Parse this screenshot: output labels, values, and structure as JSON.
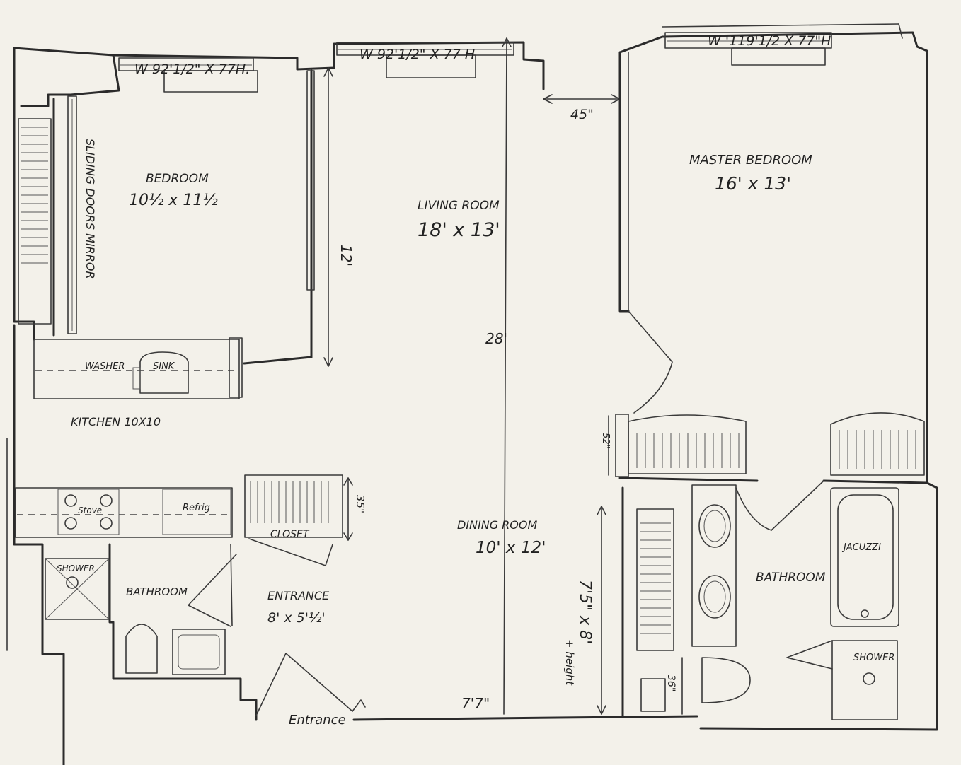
{
  "labels": {
    "window_bedroom": "W 92'1/2\" X 77H.",
    "window_living": "W 92'1/2\" X 77 H",
    "window_master": "W '119'1/2 X 77\"H",
    "bedroom_name": "BEDROOM",
    "bedroom_size": "10½ x 11½",
    "sliding_doors": "SLIDING DOORS MIRROR",
    "living_name": "LIVING ROOM",
    "living_size": "18' x 13'",
    "dim_12": "12'",
    "dim_28": "28'",
    "dim_45": "45\"",
    "master_name": "MASTER BEDROOM",
    "master_size": "16' x 13'",
    "washer": "WASHER",
    "sink": "SINK",
    "kitchen": "KITCHEN 10X10",
    "stove": "Stove",
    "refrig": "Refrig",
    "closet": "CLOSET",
    "dim_35": "35\"",
    "dim_52": "52\"",
    "dining_name": "DINING ROOM",
    "dining_size": "10' x 12'",
    "shower_left": "SHOWER",
    "bathroom_left": "BATHROOM",
    "entrance_name": "ENTRANCE",
    "entrance_size": "8' x 5'½'",
    "entrance_door": "Entrance",
    "dim_7_7": "7'7\"",
    "dim_vert": "7'5\" x 8'",
    "dim_height": "+ height",
    "dim_36": "36\"",
    "jacuzzi": "JACUZZI",
    "bathroom_right": "BATHROOM",
    "shower_right": "SHOWER"
  }
}
